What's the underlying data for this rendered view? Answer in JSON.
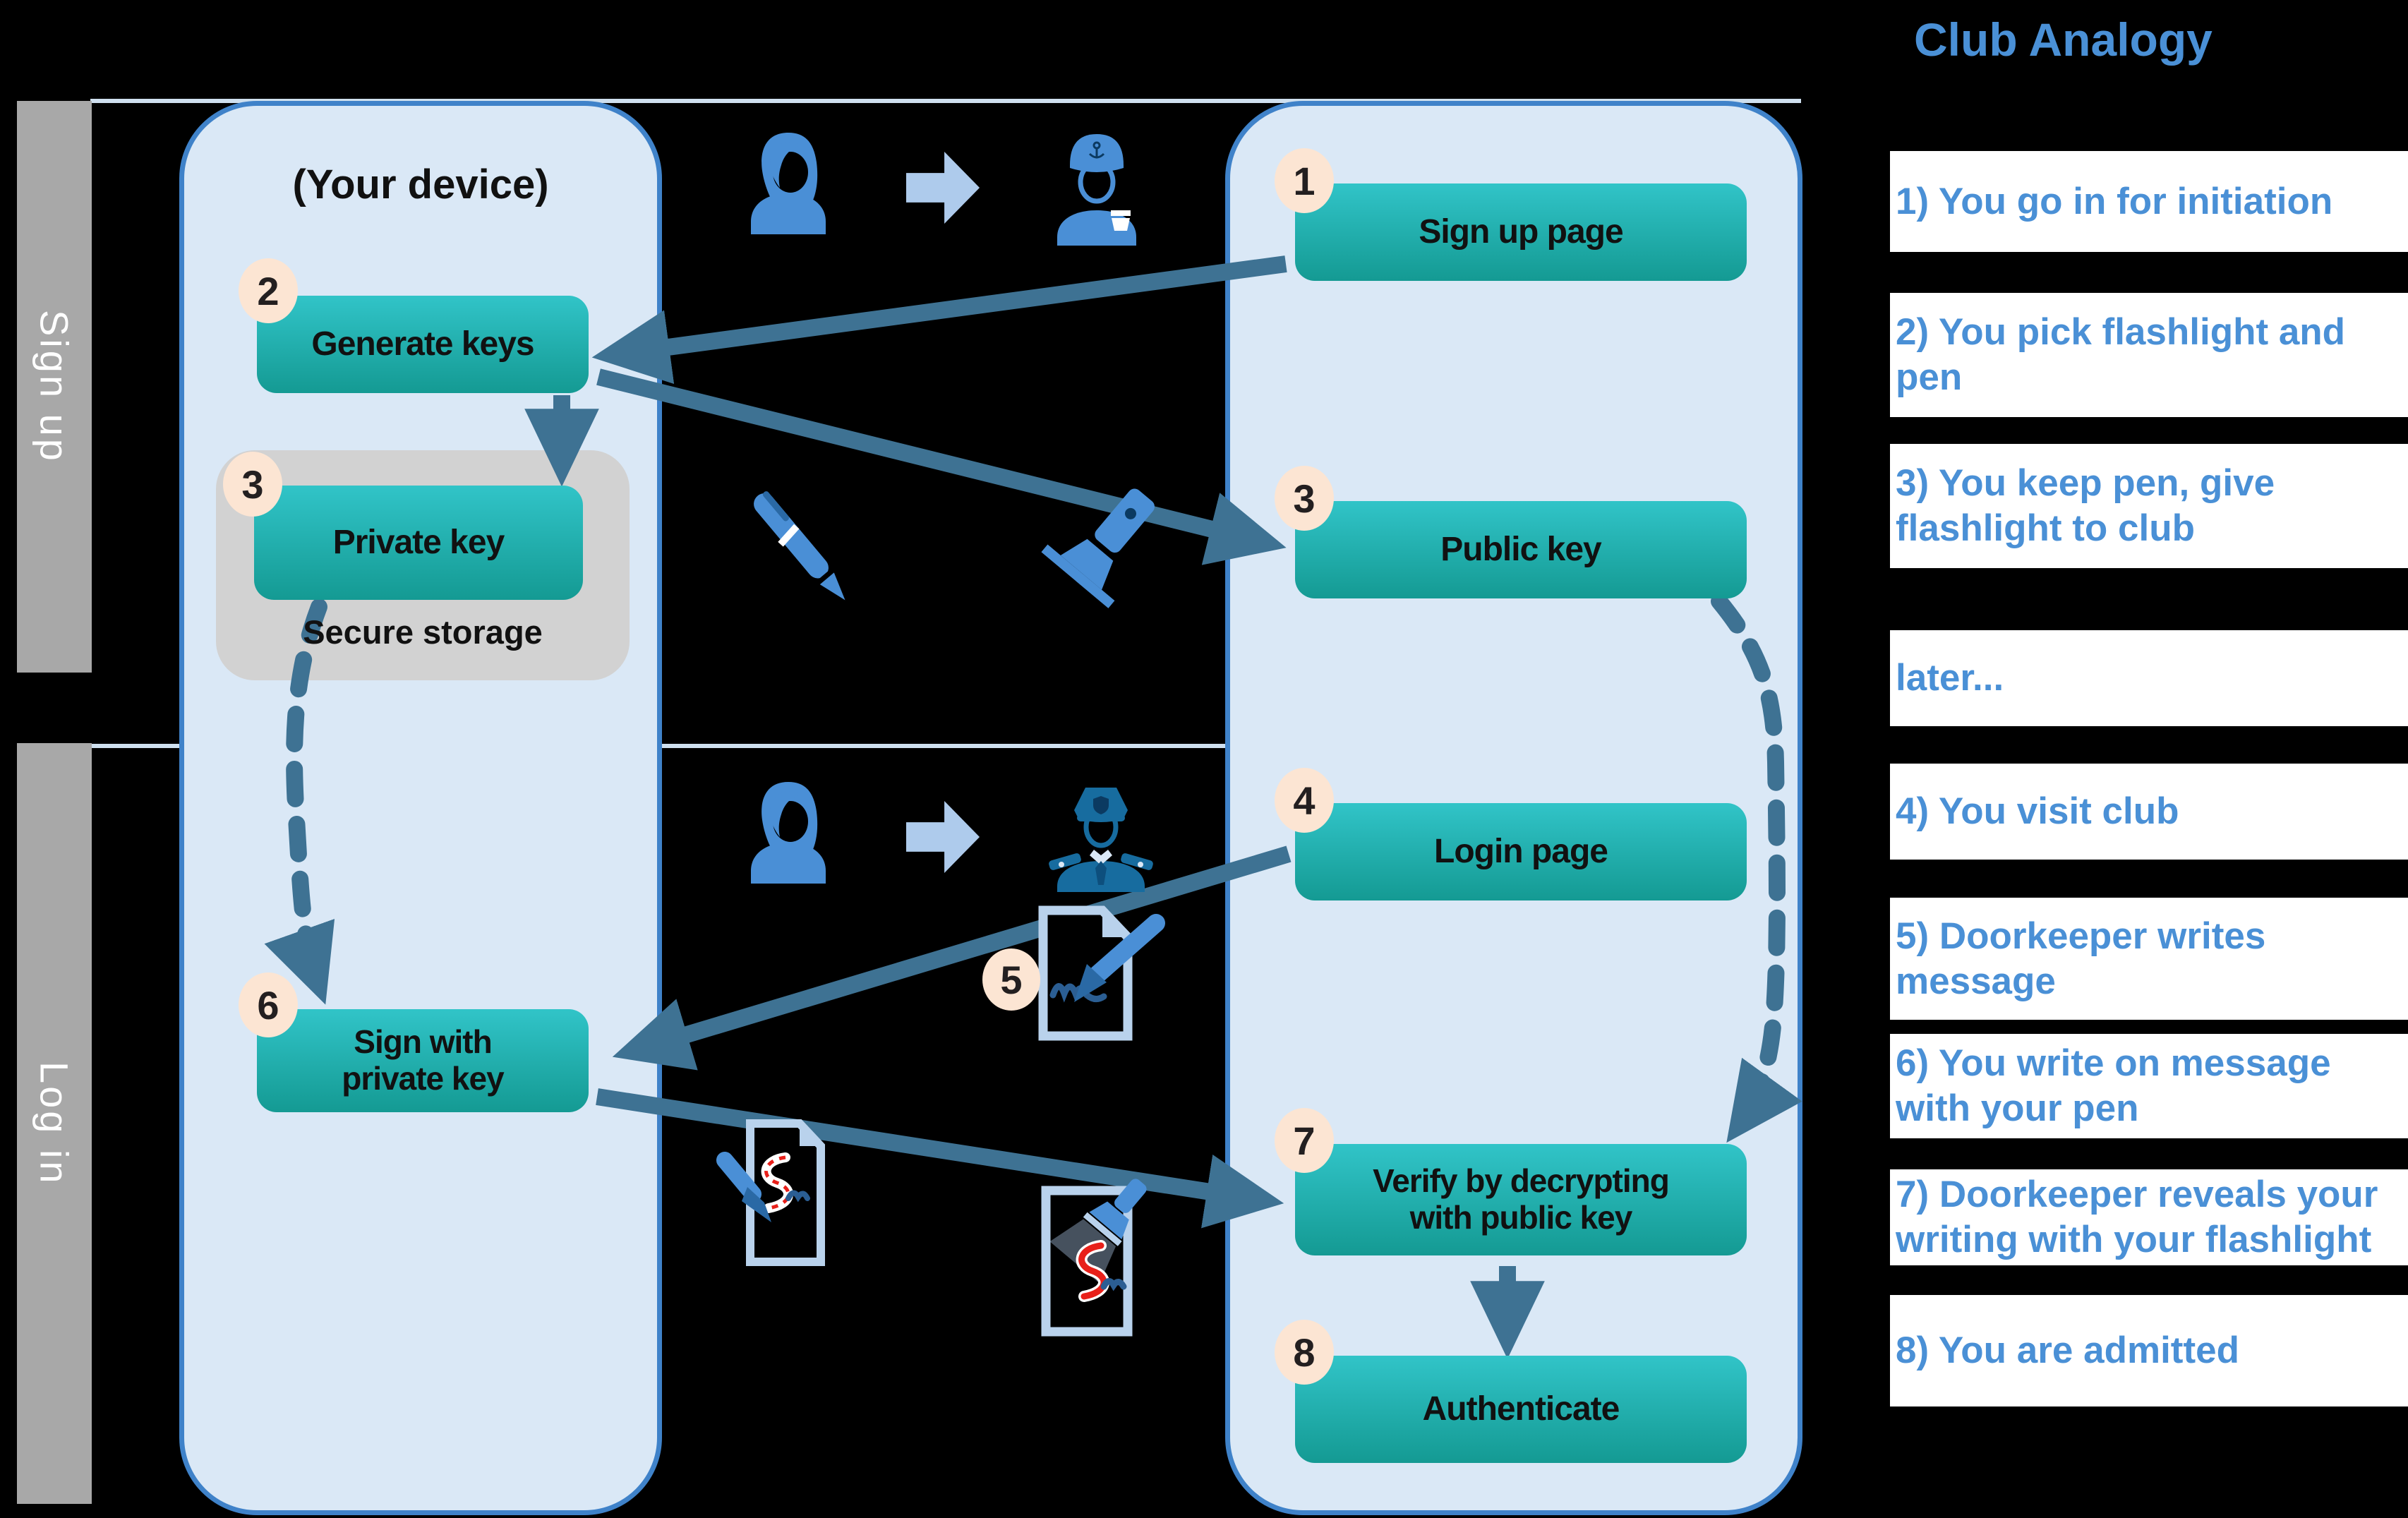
{
  "sections": {
    "signup": "Sign up",
    "login": "Log in"
  },
  "device": {
    "title": "(Your device)",
    "secure_storage": "Secure storage"
  },
  "flow": {
    "signup_page": {
      "num": "1",
      "label": "Sign up page"
    },
    "generate_keys": {
      "num": "2",
      "label": "Generate keys"
    },
    "private_key": {
      "num": "3",
      "label": "Private key"
    },
    "public_key": {
      "num": "3",
      "label": "Public key"
    },
    "login_page": {
      "num": "4",
      "label": "Login page"
    },
    "sign_doc_badge": {
      "num": "5"
    },
    "sign_with_private_key": {
      "num": "6",
      "label": "Sign with\nprivate key"
    },
    "verify": {
      "num": "7",
      "label": "Verify by decrypting\nwith public key"
    },
    "authenticate": {
      "num": "8",
      "label": "Authenticate"
    }
  },
  "analogy": {
    "title": "Club Analogy",
    "items": [
      "1) You go in for initiation",
      "2) You pick flashlight and\npen",
      "3) You keep pen, give\nflashlight to club",
      "later...",
      "4) You visit club",
      "5) Doorkeeper writes\nmessage",
      "6) You write on message\nwith your pen",
      "7) Doorkeeper reveals your\nwriting with your flashlight",
      "8) You are admitted"
    ]
  },
  "icons": {
    "user": "woman-user-icon",
    "doorkeeper_signup": "doorkeeper-captain-icon",
    "doorkeeper_login": "police-officer-icon",
    "transition": "right-block-arrow-icon",
    "pen": "pen-icon",
    "flashlight": "flashlight-icon",
    "signed_message": "document-signature-icon"
  },
  "colors": {
    "background": "#000000",
    "column_bg": "#dae8f6",
    "column_border": "#3f82c9",
    "teal_top": "#31c4c8",
    "teal_bottom": "#149a93",
    "badge_bg": "#fce5d3",
    "gray_bar": "#a8a8a8",
    "secure_gray": "#d2d2d2",
    "arrow_steel": "#3e7293",
    "icon_blue": "#4a8fd6",
    "icon_light_blue": "#aecbec",
    "police_blue": "#176c9f",
    "signature_navy": "#2b5e93",
    "signature_red": "#e8201a",
    "panel_text_blue": "#4a90d6",
    "panel_bg": "#ffffff"
  }
}
